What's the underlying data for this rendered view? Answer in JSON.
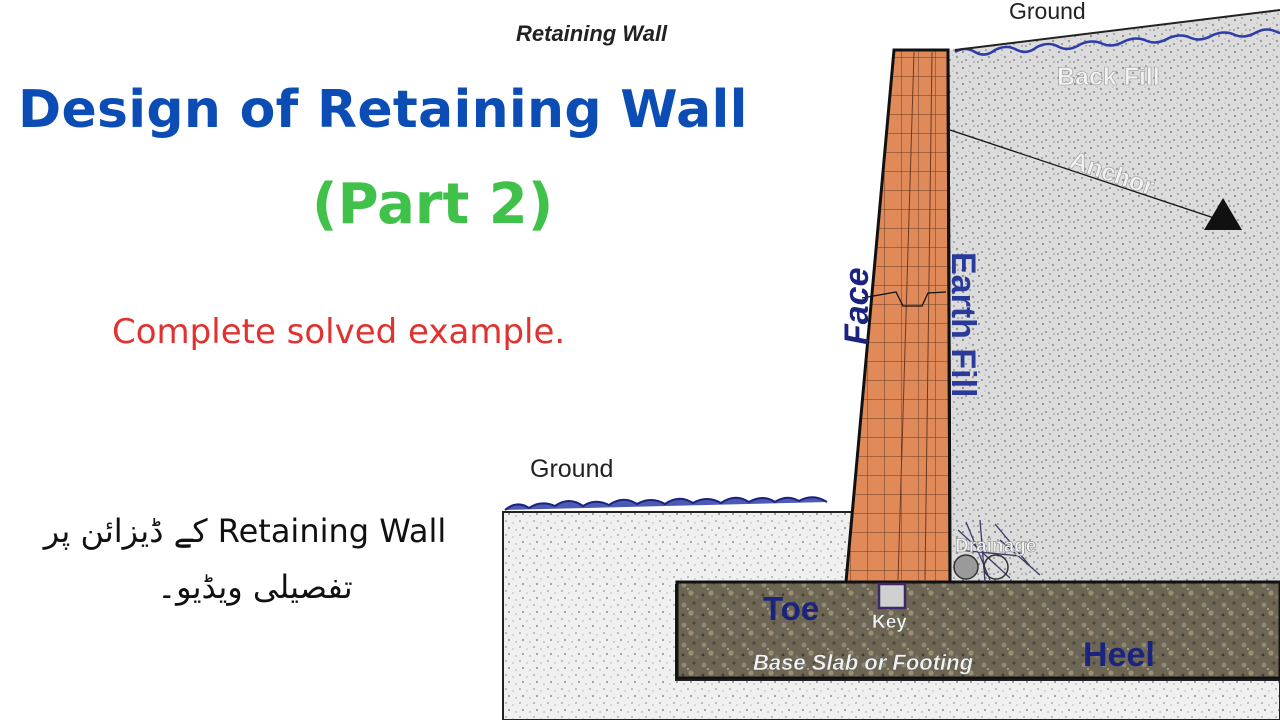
{
  "heading": {
    "title": "Design of Retaining Wall",
    "subtitle": "(Part 2)",
    "tagline": "Complete solved example.",
    "urdu_line1": "Retaining Wall کے ڈیزائن پر",
    "urdu_line2": "تفصیلی ویڈیو۔"
  },
  "diagram": {
    "caption": "Retaining Wall",
    "labels": {
      "ground_top": "Ground",
      "back_fill": "Back Fill",
      "anchor": "Anchor",
      "face": "Face",
      "earth_fill": "Earth Fill",
      "ground_left": "Ground",
      "drainage": "Drainage",
      "toe": "Toe",
      "key": "Key",
      "base_slab": "Base Slab or Footing",
      "heel": "Heel"
    }
  },
  "colors": {
    "title": "#0b4db4",
    "subtitle": "#3fc14a",
    "tagline": "#e0322e",
    "wall_brick": "#e08a5a",
    "label_navy": "#1a237e",
    "water_blue": "#2d3ca8"
  }
}
